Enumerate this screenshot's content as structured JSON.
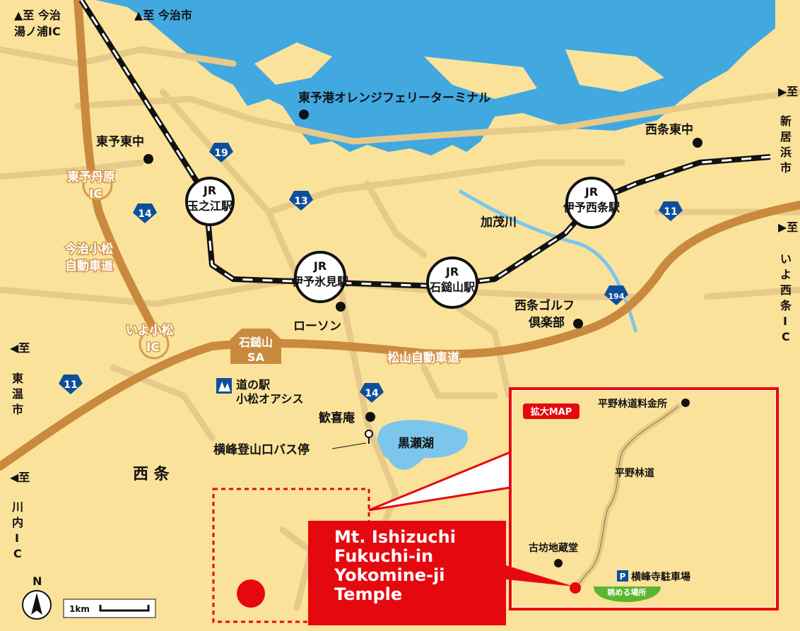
{
  "direction_labels": {
    "imabari_yunoura": [
      "▲至 今治",
      "湯ノ浦IC"
    ],
    "imabari_city": "▲至 今治市",
    "niihama": [
      "▶至",
      "新",
      "居",
      "浜",
      "市"
    ],
    "iyo_saijo": [
      "▶至",
      "い",
      "よ",
      "西",
      "条",
      "I",
      "C"
    ],
    "toon": [
      "◀至",
      "東",
      "温",
      "市"
    ],
    "kawauchi": [
      "◀至",
      "川",
      "内",
      "I",
      "C"
    ]
  },
  "places": {
    "ferry": "東予港オレンジフェリーターミナル",
    "saijo_east_jh": "西条東中",
    "toyo_east_jh": "東予東中",
    "kamo_river": "加茂川",
    "lawson": "ローソン",
    "golf_1": "西条ゴルフ",
    "golf_2": "倶楽部",
    "michi_no_eki_1": "道の駅",
    "michi_no_eki_2": "小松オアシス",
    "kankian": "歓喜庵",
    "bus_stop": "横峰登山口バス停",
    "kurose_lake": "黒瀬湖",
    "saijo": "西 条",
    "expressway_name": "松山自動車道",
    "imabari_komatsu_1": "今治小松",
    "imabari_komatsu_2": "自動車道"
  },
  "interchanges": {
    "toyo_tanbara": [
      "東予丹原",
      "IC"
    ],
    "iyo_komatsu": [
      "いよ小松",
      "IC"
    ],
    "ishizuchi_sa": [
      "石鎚山",
      "SA"
    ]
  },
  "stations": [
    {
      "top": "JR",
      "name": "玉之江駅"
    },
    {
      "top": "JR",
      "name": "伊予氷見駅"
    },
    {
      "top": "JR",
      "name": "石鎚山駅"
    },
    {
      "top": "JR",
      "name": "伊予西条駅"
    }
  ],
  "routes": [
    "19",
    "13",
    "14",
    "14",
    "11",
    "11",
    "194"
  ],
  "inset": {
    "badge": "拡大MAP",
    "toll": "平野林道料金所",
    "forest_road": "平野林道",
    "jizo": "古坊地蔵堂",
    "parking_icon": "P",
    "parking": "横峰寺駐車場",
    "viewpoint": "眺める場所"
  },
  "callout": [
    "Mt. Ishizuchi",
    "Fukuchi-in",
    "Yokomine-ji",
    "Temple"
  ],
  "compass": "N",
  "scale": "1km",
  "colors": {
    "land": "#fbe29a",
    "sea": "#41a9e0",
    "road_minor": "#e7c98a",
    "road_major": "#c98a3e",
    "route_shield": "#0d4f9c",
    "highlight": "#e5090f"
  }
}
